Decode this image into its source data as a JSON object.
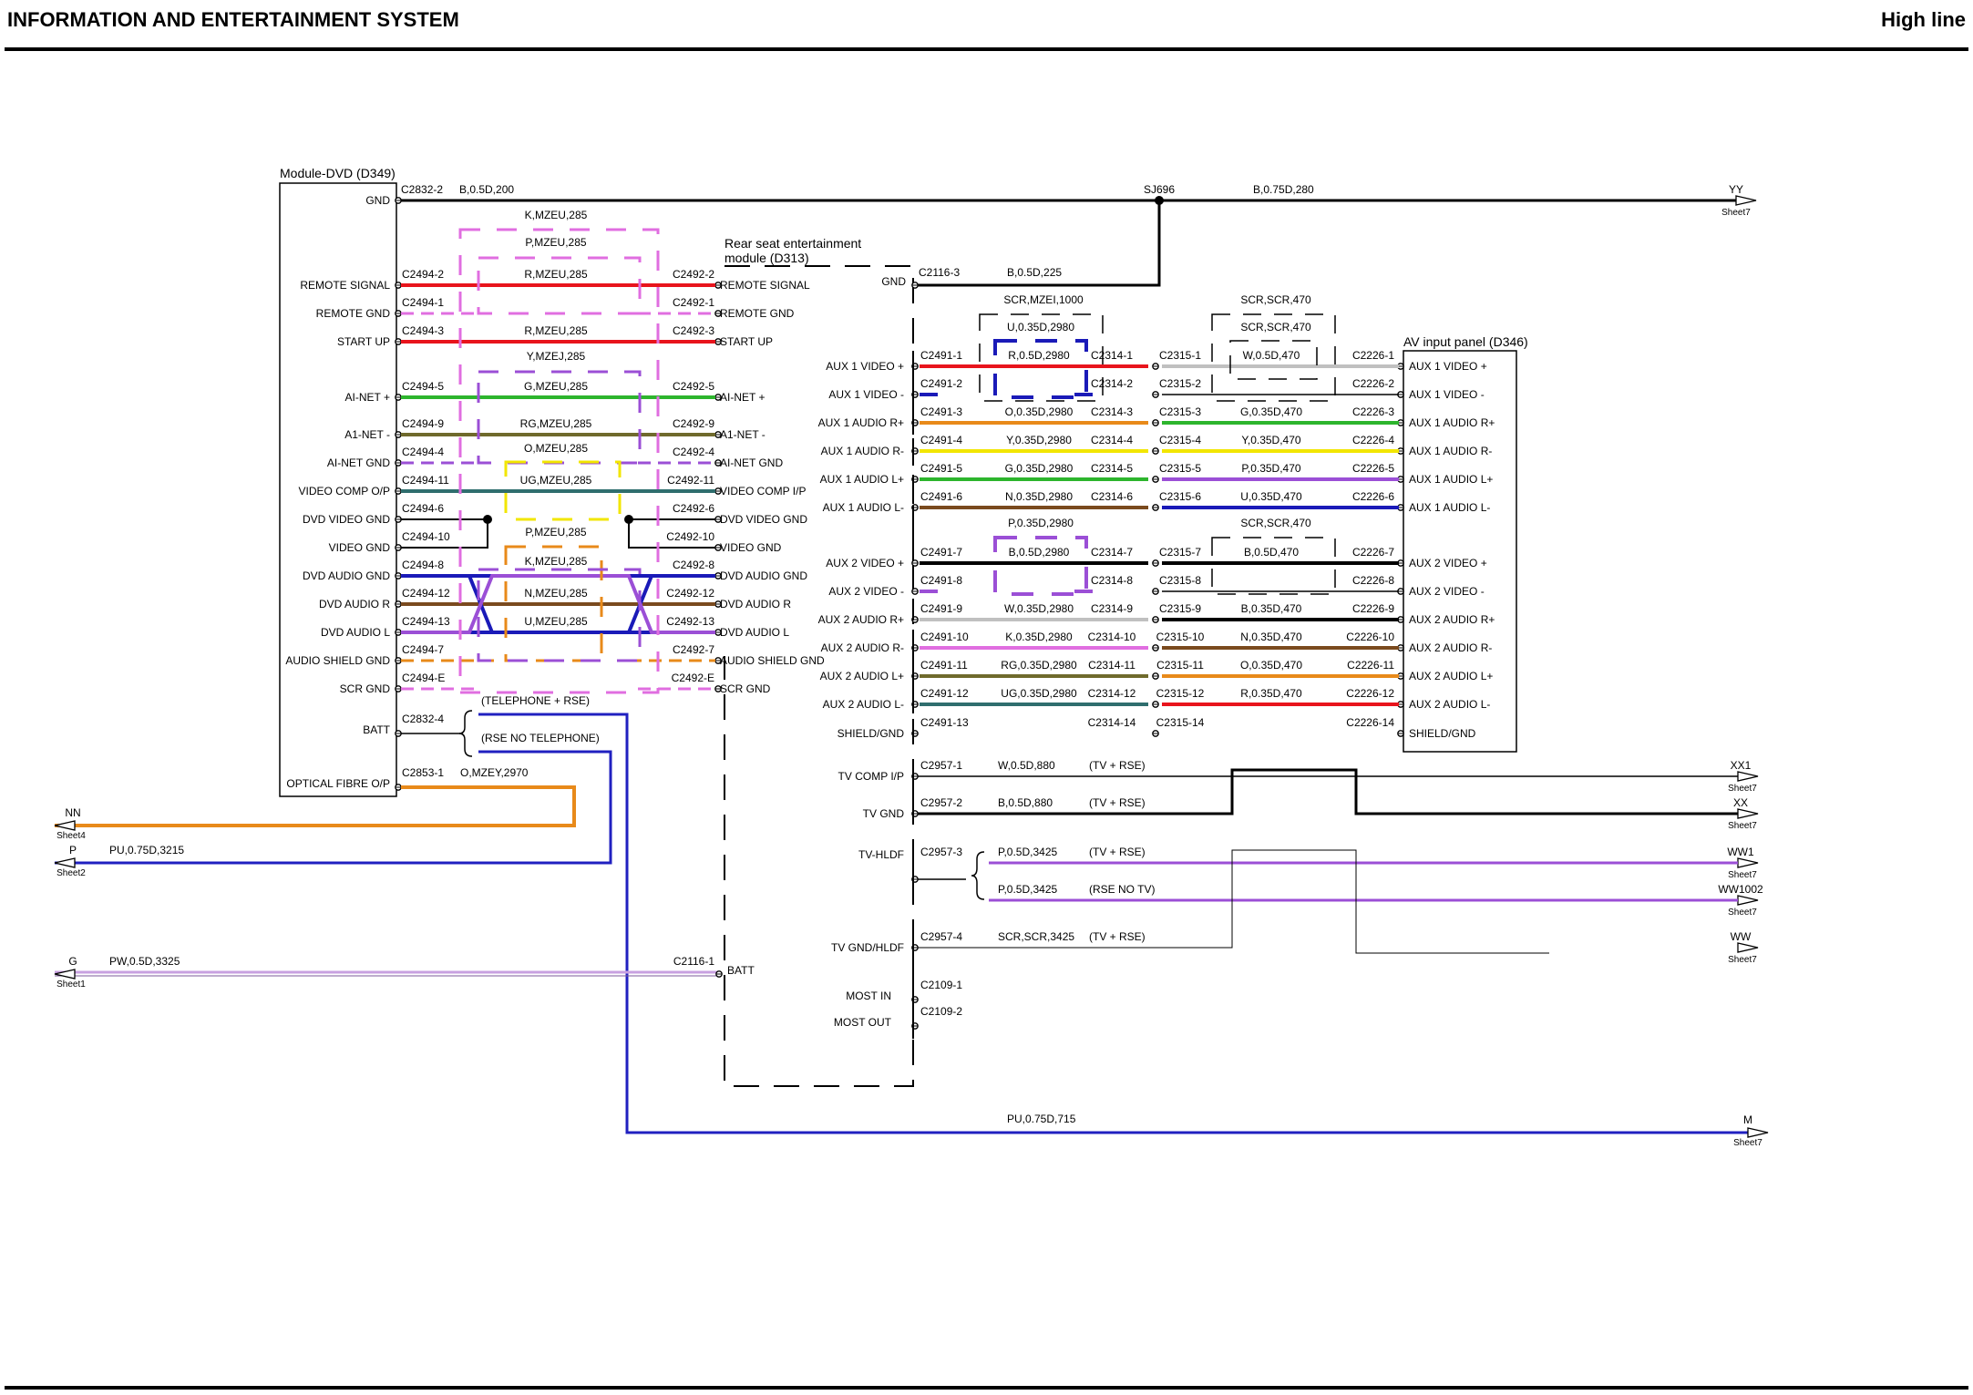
{
  "header": {
    "title": "INFORMATION AND ENTERTAINMENT SYSTEM",
    "variant": "High line"
  },
  "colors": {
    "B": "#000000",
    "R": "#e8141c",
    "G": "#2db52d",
    "P": "#9b4fd6",
    "Y": "#f2e600",
    "O": "#e88a1a",
    "N": "#7a4a1e",
    "U": "#1a1ab8",
    "K": "#e06ee0",
    "W": "#c0c0c0",
    "RG": "#6f6a2c",
    "UG": "#2f6e6e",
    "PU": "#2020c0",
    "PW": "#c8a0e0"
  },
  "modules": {
    "dvd": {
      "title": "Module-DVD (D349)"
    },
    "rse": {
      "title_line1": "Rear seat entertainment",
      "title_line2": "module (D313)"
    },
    "av": {
      "title": "AV input panel (D346)"
    }
  },
  "gnd_line": {
    "label": "GND",
    "connector": "C2832-2",
    "wire": "B,0.5D,200",
    "splice": "SJ696",
    "wire2": "B,0.75D,280",
    "dest": "YY",
    "dest_sheet": "Sheet7",
    "rse_gnd_label": "GND",
    "rse_gnd_connector": "C2116-3",
    "rse_gnd_wire": "B,0.5D,225"
  },
  "dvd_rse_wires": [
    {
      "left_label": "REMOTE SIGNAL",
      "left_pin": "C2494-2",
      "wire": "R,MZEU,285",
      "right_pin": "C2492-2",
      "right_label": "REMOTE SIGNAL",
      "color": "R",
      "shield": "K,MZEU,285"
    },
    {
      "left_label": "REMOTE GND",
      "left_pin": "C2494-1",
      "wire": "",
      "right_pin": "C2492-1",
      "right_label": "REMOTE GND",
      "color": "K"
    },
    {
      "left_label": "START UP",
      "left_pin": "C2494-3",
      "wire": "R,MZEU,285",
      "right_pin": "C2492-3",
      "right_label": "START UP",
      "color": "R"
    },
    {
      "left_label": "AI-NET +",
      "left_pin": "C2494-5",
      "wire": "G,MZEU,285",
      "right_pin": "C2492-5",
      "right_label": "AI-NET +",
      "color": "G"
    },
    {
      "left_label": "A1-NET -",
      "left_pin": "C2494-9",
      "wire": "RG,MZEU,285",
      "right_pin": "C2492-9",
      "right_label": "A1-NET -",
      "color": "RG"
    },
    {
      "left_label": "AI-NET GND",
      "left_pin": "C2494-4",
      "wire": "",
      "right_pin": "C2492-4",
      "right_label": "AI-NET GND",
      "color": "P"
    },
    {
      "left_label": "VIDEO COMP O/P",
      "left_pin": "C2494-11",
      "wire": "UG,MZEU,285",
      "right_pin": "C2492-11",
      "right_label": "VIDEO COMP I/P",
      "color": "UG"
    },
    {
      "left_label": "DVD VIDEO GND",
      "left_pin": "C2494-6",
      "wire": "",
      "right_pin": "C2492-6",
      "right_label": "DVD VIDEO GND",
      "color": "B"
    },
    {
      "left_label": "VIDEO GND",
      "left_pin": "C2494-10",
      "wire": "",
      "right_pin": "C2492-10",
      "right_label": "VIDEO GND",
      "color": "B"
    },
    {
      "left_label": "DVD AUDIO GND",
      "left_pin": "C2494-8",
      "wire": "",
      "right_pin": "C2492-8",
      "right_label": "DVD AUDIO GND",
      "color": "U"
    },
    {
      "left_label": "DVD AUDIO R",
      "left_pin": "C2494-12",
      "wire": "N,MZEU,285",
      "right_pin": "C2492-12",
      "right_label": "DVD AUDIO R",
      "color": "N"
    },
    {
      "left_label": "DVD AUDIO L",
      "left_pin": "C2494-13",
      "wire": "U,MZEU,285",
      "right_pin": "C2492-13",
      "right_label": "DVD AUDIO L",
      "color": "U"
    },
    {
      "left_label": "AUDIO SHIELD GND",
      "left_pin": "C2494-7",
      "wire": "",
      "right_pin": "C2492-7",
      "right_label": "AUDIO SHIELD GND",
      "color": "O"
    },
    {
      "left_label": "SCR GND",
      "left_pin": "C2494-E",
      "wire": "",
      "right_pin": "C2492-E",
      "right_label": "SCR GND",
      "color": "K"
    }
  ],
  "dvd_shield_labels": [
    "K,MZEU,285",
    "P,MZEU,285",
    "Y,MZEJ,285",
    "O,MZEU,285",
    "P,MZEU,285",
    "K,MZEU,285"
  ],
  "dvd_lower": {
    "batt_label": "BATT",
    "batt_pin": "C2832-4",
    "batt_note1": "(TELEPHONE + RSE)",
    "batt_note2": "(RSE NO TELEPHONE)",
    "optical_label": "OPTICAL FIBRE O/P",
    "optical_pin": "C2853-1",
    "optical_wire": "O,MZEY,2970",
    "nn": "NN",
    "nn_sheet": "Sheet4",
    "p": "P",
    "p_sheet": "Sheet2",
    "p_wire": "PU,0.75D,3215",
    "g": "G",
    "g_sheet": "Sheet1",
    "g_wire": "PW,0.5D,3325",
    "rse_batt_pin": "C2116-1",
    "rse_batt_label": "BATT",
    "m": "M",
    "m_sheet": "Sheet7",
    "m_wire": "PU,0.75D,715"
  },
  "av_wires": [
    {
      "rse_label": "AUX 1 VIDEO +",
      "rse_pin": "C2491-1",
      "wire1": "R,0.5D,2980",
      "c2314": "C2314-1",
      "c2315": "C2315-1",
      "wire2": "W,0.5D,470",
      "av_pin": "C2226-1",
      "av_label": "AUX 1 VIDEO +",
      "c1": "R",
      "c2": "W"
    },
    {
      "rse_label": "AUX 1 VIDEO -",
      "rse_pin": "C2491-2",
      "wire1": "",
      "c2314": "C2314-2",
      "c2315": "C2315-2",
      "wire2": "",
      "av_pin": "C2226-2",
      "av_label": "AUX 1 VIDEO -",
      "c1": "U",
      "c2": "B"
    },
    {
      "rse_label": "AUX 1 AUDIO R+",
      "rse_pin": "C2491-3",
      "wire1": "O,0.35D,2980",
      "c2314": "C2314-3",
      "c2315": "C2315-3",
      "wire2": "G,0.35D,470",
      "av_pin": "C2226-3",
      "av_label": "AUX 1 AUDIO R+",
      "c1": "O",
      "c2": "G"
    },
    {
      "rse_label": "AUX 1 AUDIO R-",
      "rse_pin": "C2491-4",
      "wire1": "Y,0.35D,2980",
      "c2314": "C2314-4",
      "c2315": "C2315-4",
      "wire2": "Y,0.35D,470",
      "av_pin": "C2226-4",
      "av_label": "AUX 1 AUDIO R-",
      "c1": "Y",
      "c2": "Y"
    },
    {
      "rse_label": "AUX 1 AUDIO L+",
      "rse_pin": "C2491-5",
      "wire1": "G,0.35D,2980",
      "c2314": "C2314-5",
      "c2315": "C2315-5",
      "wire2": "P,0.35D,470",
      "av_pin": "C2226-5",
      "av_label": "AUX 1 AUDIO L+",
      "c1": "G",
      "c2": "P"
    },
    {
      "rse_label": "AUX 1 AUDIO L-",
      "rse_pin": "C2491-6",
      "wire1": "N,0.35D,2980",
      "c2314": "C2314-6",
      "c2315": "C2315-6",
      "wire2": "U,0.35D,470",
      "av_pin": "C2226-6",
      "av_label": "AUX 1 AUDIO L-",
      "c1": "N",
      "c2": "U"
    },
    {
      "rse_label": "AUX 2 VIDEO +",
      "rse_pin": "C2491-7",
      "wire1": "B,0.5D,2980",
      "c2314": "C2314-7",
      "c2315": "C2315-7",
      "wire2": "B,0.5D,470",
      "av_pin": "C2226-7",
      "av_label": "AUX 2 VIDEO +",
      "c1": "B",
      "c2": "B"
    },
    {
      "rse_label": "AUX 2 VIDEO -",
      "rse_pin": "C2491-8",
      "wire1": "",
      "c2314": "C2314-8",
      "c2315": "C2315-8",
      "wire2": "",
      "av_pin": "C2226-8",
      "av_label": "AUX 2 VIDEO -",
      "c1": "P",
      "c2": "B"
    },
    {
      "rse_label": "AUX 2 AUDIO R+",
      "rse_pin": "C2491-9",
      "wire1": "W,0.35D,2980",
      "c2314": "C2314-9",
      "c2315": "C2315-9",
      "wire2": "B,0.35D,470",
      "av_pin": "C2226-9",
      "av_label": "AUX 2 AUDIO R+",
      "c1": "W",
      "c2": "B"
    },
    {
      "rse_label": "AUX 2 AUDIO R-",
      "rse_pin": "C2491-10",
      "wire1": "K,0.35D,2980",
      "c2314": "C2314-10",
      "c2315": "C2315-10",
      "wire2": "N,0.35D,470",
      "av_pin": "C2226-10",
      "av_label": "AUX 2 AUDIO R-",
      "c1": "K",
      "c2": "N"
    },
    {
      "rse_label": "AUX 2 AUDIO L+",
      "rse_pin": "C2491-11",
      "wire1": "RG,0.35D,2980",
      "c2314": "C2314-11",
      "c2315": "C2315-11",
      "wire2": "O,0.35D,470",
      "av_pin": "C2226-11",
      "av_label": "AUX 2 AUDIO L+",
      "c1": "RG",
      "c2": "O"
    },
    {
      "rse_label": "AUX 2 AUDIO L-",
      "rse_pin": "C2491-12",
      "wire1": "UG,0.35D,2980",
      "c2314": "C2314-12",
      "c2315": "C2315-12",
      "wire2": "R,0.35D,470",
      "av_pin": "C2226-12",
      "av_label": "AUX 2 AUDIO L-",
      "c1": "UG",
      "c2": "R"
    },
    {
      "rse_label": "SHIELD/GND",
      "rse_pin": "C2491-13",
      "wire1": "",
      "c2314": "C2314-14",
      "c2315": "C2315-14",
      "wire2": "",
      "av_pin": "C2226-14",
      "av_label": "SHIELD/GND",
      "c1": "",
      "c2": ""
    }
  ],
  "av_shield_labels": [
    "SCR,MZEI,1000",
    "U,0.35D,2980",
    "SCR,SCR,470",
    "SCR,SCR,470",
    "P,0.35D,2980",
    "SCR,SCR,470"
  ],
  "tv_wires": [
    {
      "label": "TV COMP I/P",
      "pin": "C2957-1",
      "wire": "W,0.5D,880",
      "note": "(TV + RSE)",
      "dest": "XX1",
      "sheet": "Sheet7"
    },
    {
      "label": "TV GND",
      "pin": "C2957-2",
      "wire": "B,0.5D,880",
      "note": "(TV + RSE)",
      "dest": "XX",
      "sheet": "Sheet7"
    },
    {
      "label": "TV-HLDF",
      "pin": "C2957-3",
      "wire": "P,0.5D,3425",
      "note": "(TV + RSE)",
      "dest": "WW1",
      "sheet": "Sheet7"
    },
    {
      "label": "",
      "pin": "",
      "wire": "P,0.5D,3425",
      "note": "(RSE NO TV)",
      "dest": "WW1002",
      "sheet": "Sheet7"
    },
    {
      "label": "TV GND/HLDF",
      "pin": "C2957-4",
      "wire": "SCR,SCR,3425",
      "note": "(TV + RSE)",
      "dest": "WW",
      "sheet": "Sheet7"
    }
  ],
  "most": {
    "in_label": "MOST IN",
    "in_pin": "C2109-1",
    "out_label": "MOST OUT",
    "out_pin": "C2109-2"
  }
}
